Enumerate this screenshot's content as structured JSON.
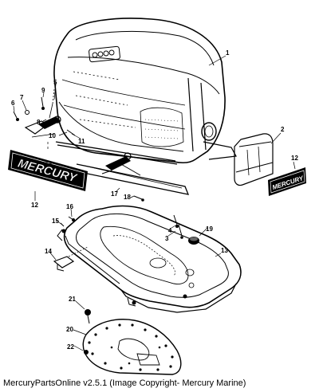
{
  "diagram": {
    "callouts": [
      "1",
      "2",
      "3",
      "4",
      "5",
      "6",
      "7",
      "8",
      "9",
      "10",
      "11",
      "12",
      "12",
      "13",
      "14",
      "15",
      "16",
      "17",
      "18",
      "19",
      "20",
      "21",
      "22"
    ],
    "decals": {
      "left": "MERCURY",
      "right": "MERCURY"
    }
  },
  "footer": {
    "caption": "MercuryPartsOnline v2.5.1 (Image Copyright- Mercury Marine)"
  }
}
